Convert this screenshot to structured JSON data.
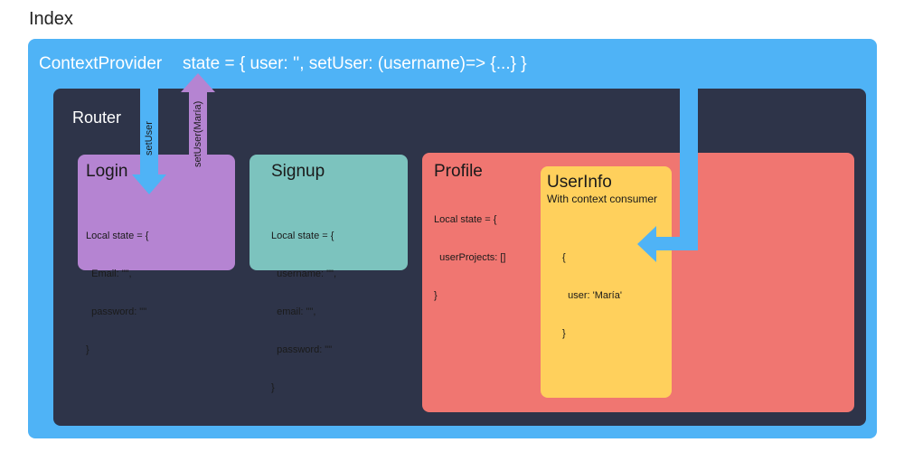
{
  "index": {
    "label": "Index"
  },
  "provider": {
    "title": "ContextProvider",
    "state": "state = { user: '', setUser: (username)=> {...} }"
  },
  "router": {
    "title": "Router"
  },
  "login": {
    "title": "Login",
    "state_lines": [
      "Local state = {",
      "  Email: \"\",",
      "  password: \"\"",
      "}"
    ]
  },
  "signup": {
    "title": "Signup",
    "state_lines": [
      "Local state = {",
      "  username: \"\",",
      "  email: \"\",",
      "  password: \"\"",
      "}"
    ]
  },
  "profile": {
    "title": "Profile",
    "state_lines": [
      "Local state = {",
      "  userProjects: []",
      "}"
    ]
  },
  "userinfo": {
    "title": "UserInfo",
    "subtitle": "With context consumer",
    "value_lines": [
      "{",
      "  user: 'María'",
      "}"
    ]
  },
  "arrows": {
    "down_label": "setUser",
    "up_label": "setUser(María)"
  },
  "colors": {
    "provider": "#4fb3f6",
    "router": "#2e3449",
    "login": "#b584d2",
    "signup": "#7cc3be",
    "profile": "#f07671",
    "userinfo": "#ffd05c",
    "arrow_blue": "#4fb3f6",
    "arrow_purple": "#b584d2"
  }
}
